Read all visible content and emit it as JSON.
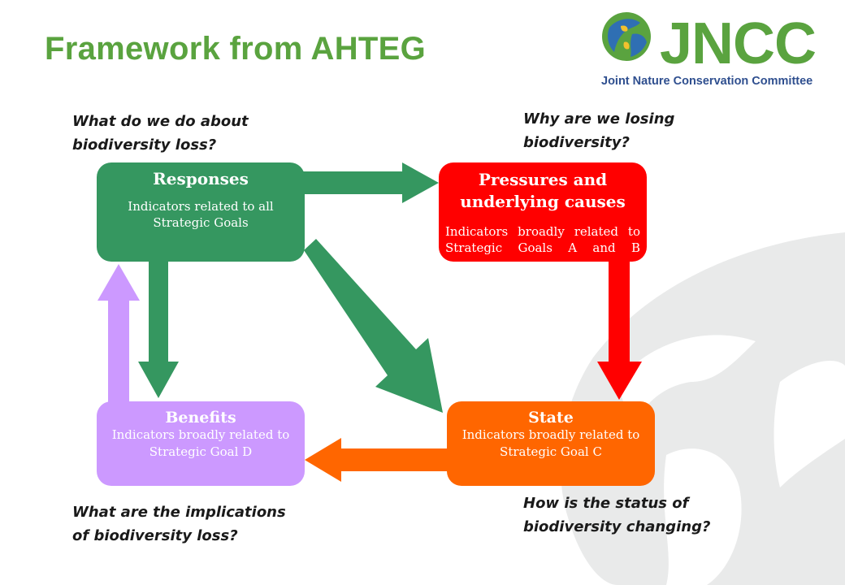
{
  "title": "Framework from AHTEG",
  "logo": {
    "word": "JNCC",
    "subtitle": "Joint Nature Conservation Committee",
    "icon": "globe-icon"
  },
  "questions": {
    "responses": "What do we do about\nbiodiversity loss?",
    "pressures": "Why are we losing\nbiodiversity?",
    "benefits": "What are the implications\nof biodiversity loss?",
    "state": "How is the status of\nbiodiversity changing?"
  },
  "boxes": {
    "responses": {
      "heading": "Responses",
      "body": "Indicators related to all Strategic Goals",
      "color": "#359760"
    },
    "pressures": {
      "heading": "Pressures and underlying causes",
      "body": "Indicators broadly related to Strategic Goals A and B",
      "color": "#ff0000"
    },
    "benefits": {
      "heading": "Benefits",
      "body": "Indicators broadly related to Strategic Goal D",
      "color": "#cc99ff"
    },
    "state": {
      "heading": "State",
      "body": "Indicators broadly related to Strategic Goal C",
      "color": "#ff6600"
    }
  },
  "colors": {
    "title": "#5aa33f",
    "response_arrows": "#359760",
    "pressure_arrow": "#ff0000",
    "state_arrow": "#ff6600",
    "benefit_arrow": "#cc99ff"
  }
}
